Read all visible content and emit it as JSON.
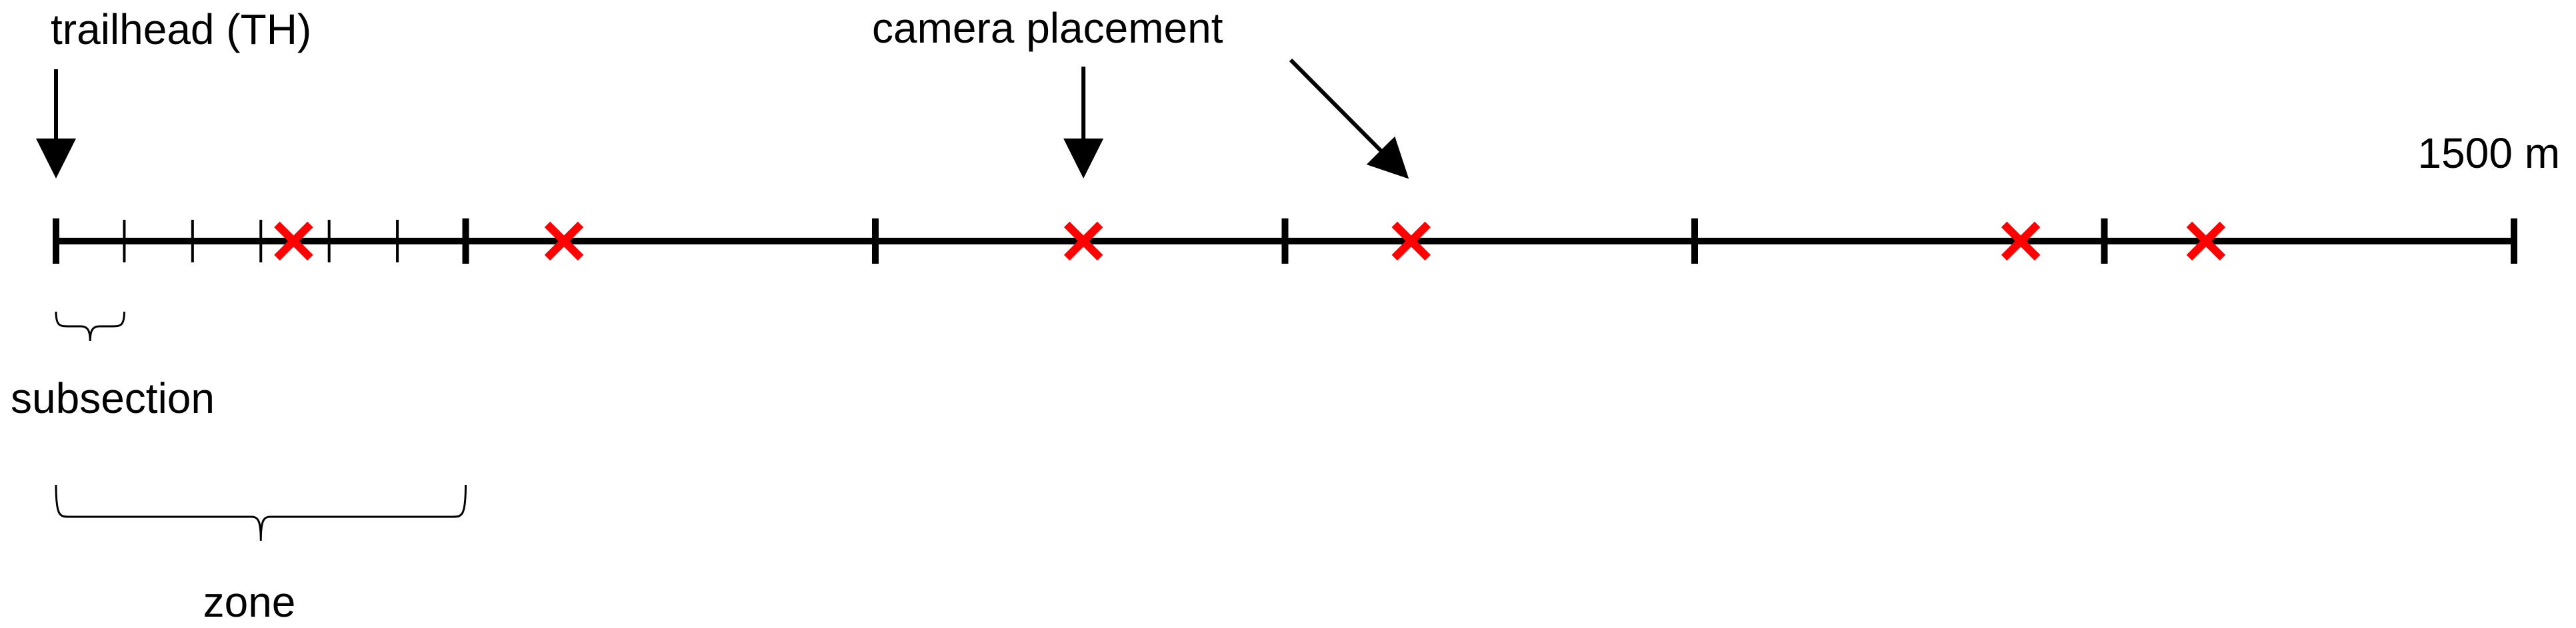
{
  "labels": {
    "trailhead": "trailhead (TH)",
    "camera_placement": "camera placement",
    "end_distance": "1500 m",
    "subsection": "subsection",
    "zone": "zone"
  },
  "colors": {
    "line": "#000000",
    "camera_marker": "#ff0000",
    "background": "#ffffff"
  },
  "trail": {
    "length_m": 1500,
    "zone_length_m": 250,
    "zone_boundaries_m": [
      0,
      250,
      500,
      750,
      1000,
      1250,
      1500
    ],
    "subsection_length_m": 41.67,
    "subsection_ticks_m": [
      41.67,
      83.33,
      125,
      166.67,
      208.33
    ],
    "camera_positions_m": [
      145,
      310,
      627,
      827,
      1199,
      1312
    ],
    "camera_arrow_targets": [
      627,
      827
    ]
  }
}
